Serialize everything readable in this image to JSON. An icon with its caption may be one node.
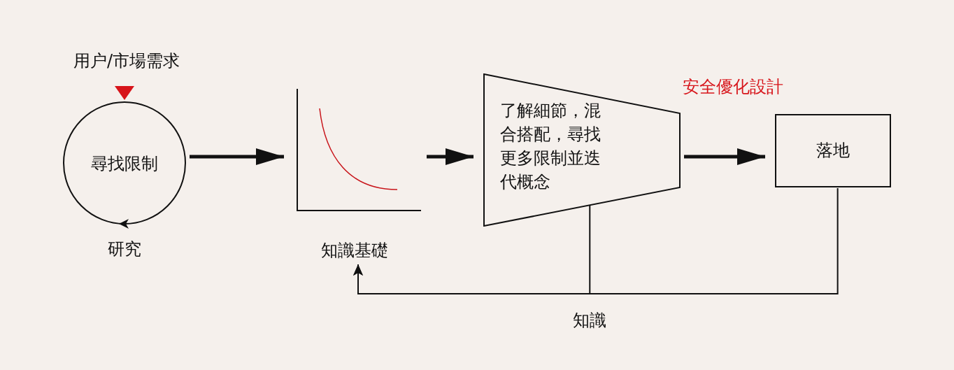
{
  "diagram": {
    "nodes": [
      {
        "text": [
          "用户/市場需求"
        ]
      },
      {
        "text": [
          "尋找限制"
        ],
        "beside": [
          "研究"
        ]
      },
      {
        "text": [],
        "shape": "picture",
        "beside": [
          "知識基礎"
        ]
      },
      {
        "text": [
          "了解細節，混合搭配，尋找更多限制並迭代概念"
        ]
      },
      {
        "text": [
          "落地"
        ]
      }
    ],
    "edges": [
      {
        "from": 0,
        "to": 1,
        "arrow": "to",
        "color": "#d7141a"
      },
      {
        "from": 1,
        "to": 2,
        "arrow": "to",
        "style": "thick"
      },
      {
        "from": 2,
        "to": 3,
        "arrow": "to",
        "style": "thick"
      },
      {
        "from": 3,
        "to": 4,
        "arrow": "to",
        "style": "thick"
      },
      {
        "from": 3,
        "to": 2,
        "arrow": "to"
      },
      {
        "from": 4,
        "to": 2,
        "arrow": "to"
      }
    ],
    "labels": [
      "安全優化設計",
      "知識"
    ]
  }
}
